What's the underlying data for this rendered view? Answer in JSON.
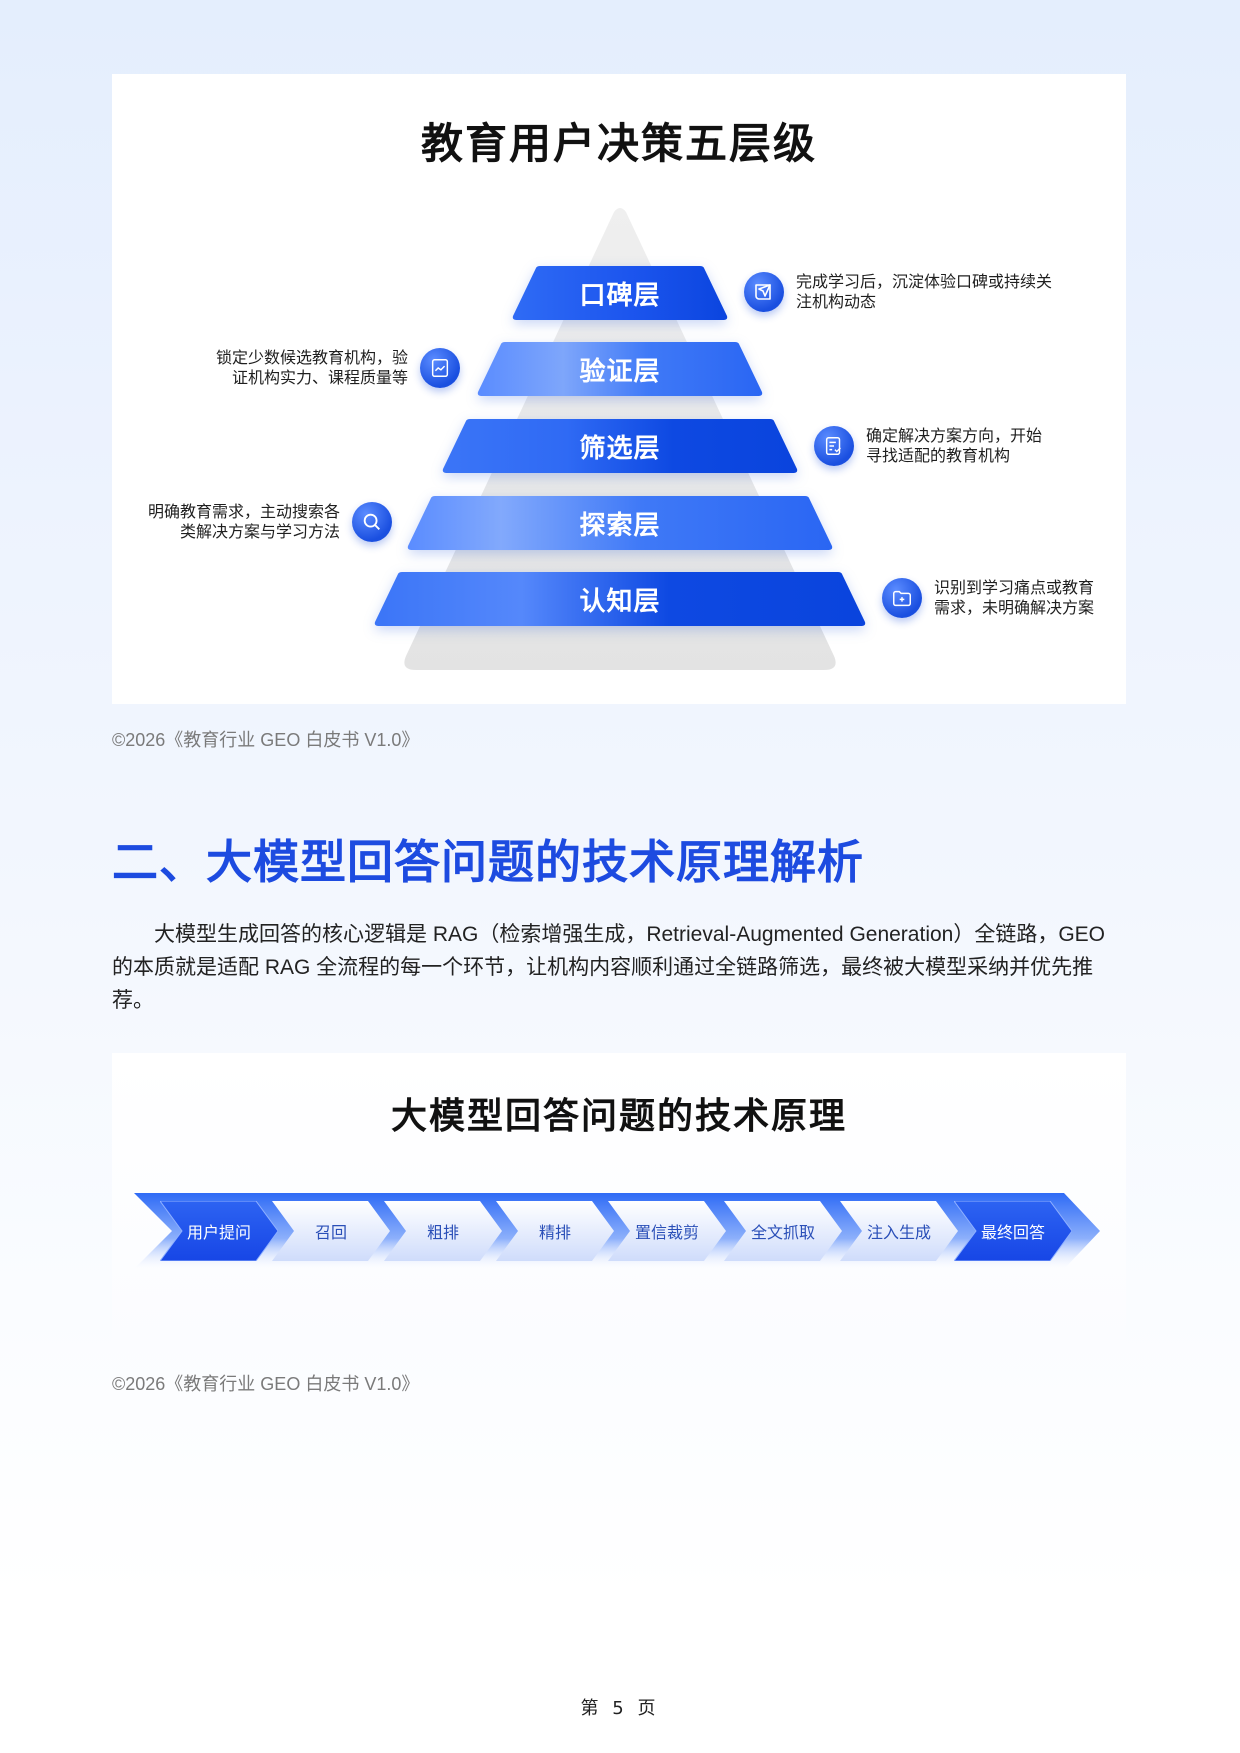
{
  "figure1": {
    "title": "教育用户决策五层级",
    "layers": [
      {
        "label": "口碑层"
      },
      {
        "label": "验证层"
      },
      {
        "label": "筛选层"
      },
      {
        "label": "探索层"
      },
      {
        "label": "认知层"
      }
    ],
    "annotations": [
      {
        "layer": "口碑层",
        "side": "right",
        "icon": "scroll-send-icon",
        "line1": "完成学习后，沉淀体验口碑或持续关",
        "line2": "注机构动态"
      },
      {
        "layer": "验证层",
        "side": "left",
        "icon": "chart-document-icon",
        "line1": "锁定少数候选教育机构，验",
        "line2": "证机构实力、课程质量等"
      },
      {
        "layer": "筛选层",
        "side": "right",
        "icon": "checklist-icon",
        "line1": "确定解决方案方向，开始",
        "line2": "寻找适配的教育机构"
      },
      {
        "layer": "探索层",
        "side": "left",
        "icon": "search-icon",
        "line1": "明确教育需求，主动搜索各",
        "line2": "类解决方案与学习方法"
      },
      {
        "layer": "认知层",
        "side": "right",
        "icon": "folder-plus-icon",
        "line1": "识别到学习痛点或教育",
        "line2": "需求，未明确解决方案"
      }
    ],
    "colors": {
      "layer_dark": "#0a47e0",
      "layer_light": "#7fa8fb",
      "pyramid_bg": "#e6e6e6"
    }
  },
  "copyright": "©2026《教育行业 GEO 白皮书 V1.0》",
  "section": {
    "title": "二、大模型回答问题的技术原理解析",
    "paragraph": "大模型生成回答的核心逻辑是 RAG（检索增强生成，Retrieval-Augmented Generation）全链路，GEO 的本质就是适配 RAG 全流程的每一个环节，让机构内容顺利通过全链路筛选，最终被大模型采纳并优先推荐。",
    "title_color": "#1d4be0"
  },
  "figure2": {
    "title": "大模型回答问题的技术原理",
    "steps": [
      {
        "label": "用户提问",
        "active": true
      },
      {
        "label": "召回",
        "active": false
      },
      {
        "label": "粗排",
        "active": false
      },
      {
        "label": "精排",
        "active": false
      },
      {
        "label": "置信裁剪",
        "active": false
      },
      {
        "label": "全文抓取",
        "active": false
      },
      {
        "label": "注入生成",
        "active": false
      },
      {
        "label": "最终回答",
        "active": true
      }
    ]
  },
  "footer": {
    "page_label": "第 5 页"
  }
}
